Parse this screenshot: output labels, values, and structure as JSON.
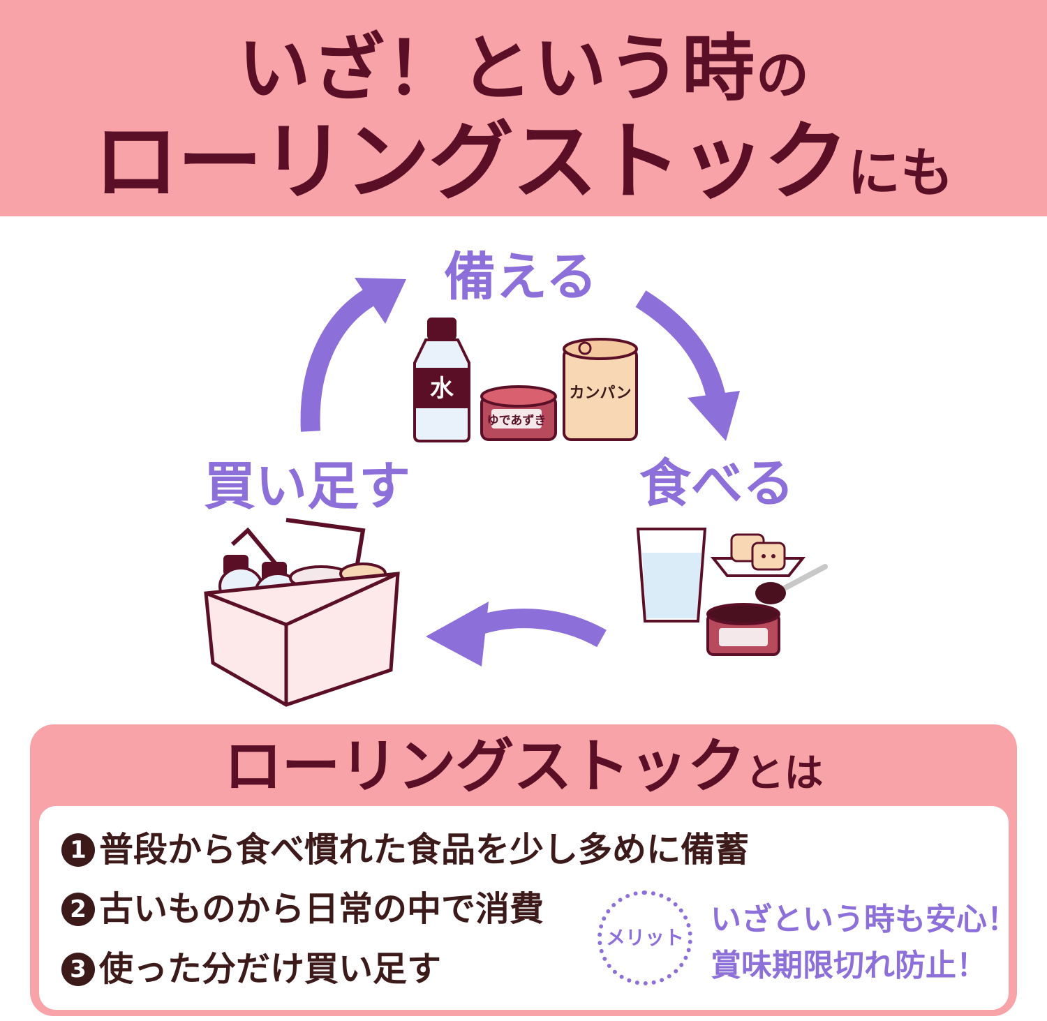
{
  "header": {
    "line1_main": "いざ！という時",
    "line1_small": "の",
    "line2_main": "ローリングストック",
    "line2_small": "にも"
  },
  "cycle": {
    "top": "備える",
    "right": "食べる",
    "left": "買い足す"
  },
  "illustration": {
    "bottle_label": "水",
    "can_label": "ゆであずき",
    "tin_label": "カンパン"
  },
  "panel": {
    "title_main": "ローリングストック",
    "title_small": "とは",
    "steps": [
      {
        "num": "1",
        "text": "普段から食べ慣れた食品を少し多めに備蓄"
      },
      {
        "num": "2",
        "text": "古いものから日常の中で消費"
      },
      {
        "num": "3",
        "text": "使った分だけ買い足す"
      }
    ],
    "merit_label": "メリット",
    "benefits": [
      "いざという時も安心！",
      "賞味期限切れ防止！"
    ]
  },
  "colors": {
    "header_bg": "#f7a3a8",
    "heading_text": "#5a0f26",
    "cycle_purple": "#8c6fd9",
    "body_text": "#3d1a1a"
  }
}
